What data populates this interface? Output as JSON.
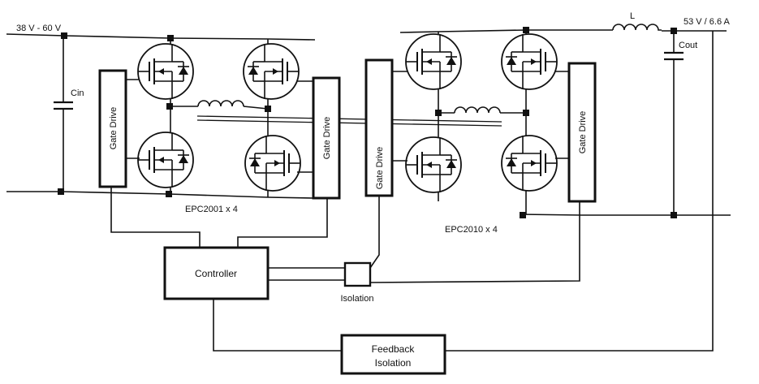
{
  "labels": {
    "input_voltage": "38 V - 60 V",
    "output_rating": "53 V / 6.6 A",
    "cin": "Cin",
    "cout": "Cout",
    "inductor": "L",
    "primary_fets": "EPC2001 x 4",
    "secondary_fets": "EPC2010 x 4",
    "gate_drive": "Gate Drive",
    "controller": "Controller",
    "isolation": "Isolation",
    "feedback_line1": "Feedback",
    "feedback_line2": "Isolation"
  }
}
